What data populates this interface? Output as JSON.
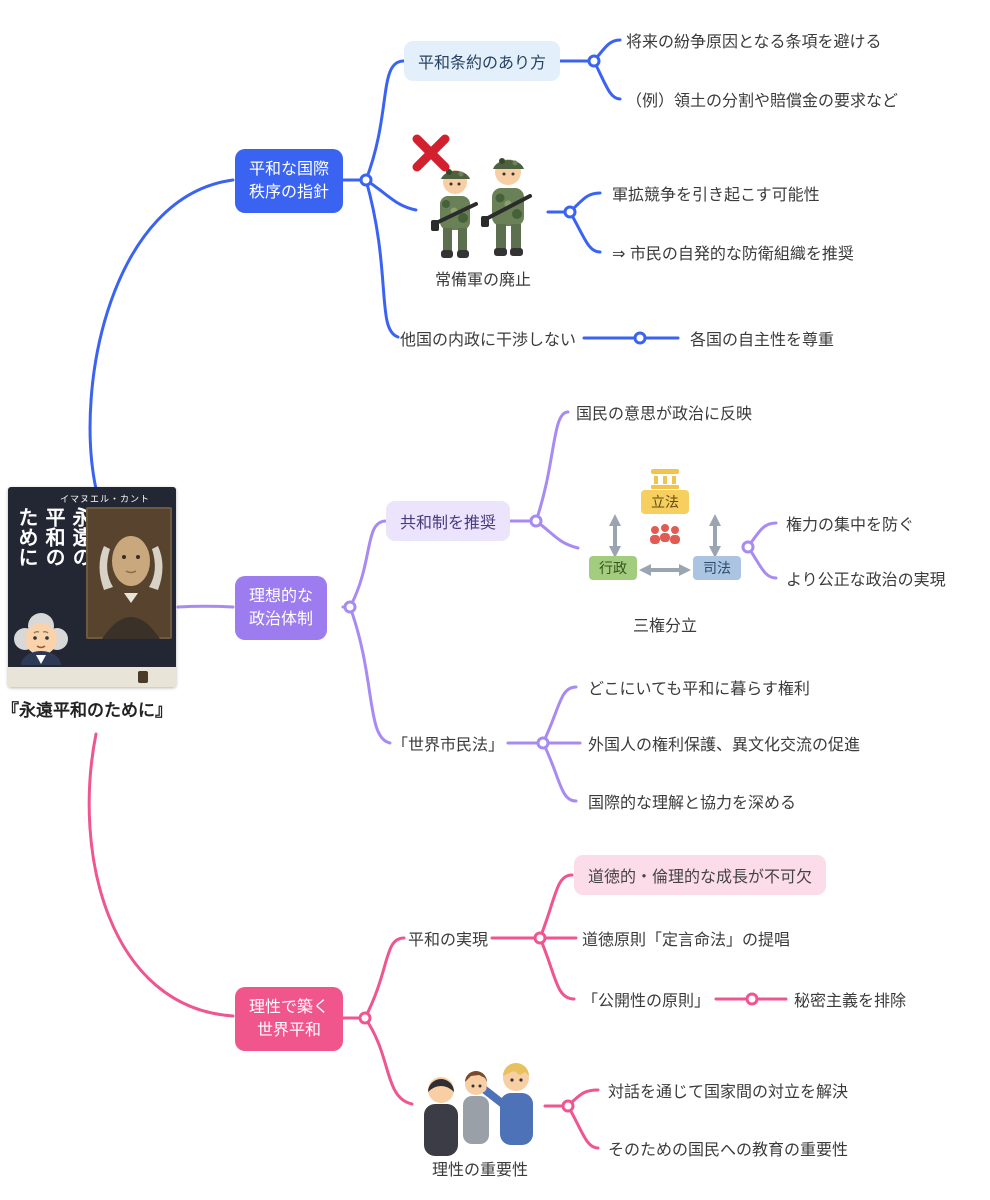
{
  "colors": {
    "blue": "#3a63f2",
    "purple": "#a78bf2",
    "pink": "#ef5590"
  },
  "root": {
    "label": "『永遠平和のために』",
    "book": {
      "author": "イマヌエル・カント",
      "title": "永遠の\n平和の\nために"
    }
  },
  "blue": {
    "node": "平和な国際\n秩序の指針",
    "treaty": {
      "label": "平和条約のあり方",
      "leaf1": "将来の紛争原因となる条項を避ける",
      "leaf2": "（例）領土の分割や賠償金の要求など"
    },
    "army": {
      "caption": "常備軍の廃止",
      "leaf1": "軍拡競争を引き起こす可能性",
      "leaf2": "⇒ 市民の自発的な防衛組織を推奨"
    },
    "nonint": {
      "label": "他国の内政に干渉しない",
      "leaf": "各国の自主性を尊重"
    }
  },
  "purple": {
    "node": "理想的な\n政治体制",
    "republic": {
      "label": "共和制を推奨",
      "leaf1": "国民の意思が政治に反映",
      "powers": {
        "caption": "三権分立",
        "legislative": "立法",
        "executive": "行政",
        "judicial": "司法",
        "leaf1": "権力の集中を防ぐ",
        "leaf2": "より公正な政治の実現"
      }
    },
    "cosmopolitan": {
      "label": "「世界市民法」",
      "leaf1": "どこにいても平和に暮らす権利",
      "leaf2": "外国人の権利保護、異文化交流の促進",
      "leaf3": "国際的な理解と協力を深める"
    }
  },
  "pink": {
    "node": "理性で築く\n世界平和",
    "realization": {
      "label": "平和の実現",
      "leaf1": "道徳的・倫理的な成長が不可欠",
      "leaf2": "道徳原則「定言命法」の提唱",
      "leaf3": "「公開性の原則」",
      "leaf3_sub": "秘密主義を排除"
    },
    "reason": {
      "caption": "理性の重要性",
      "leaf1": "対話を通じて国家間の対立を解決",
      "leaf2": "そのための国民への教育の重要性"
    }
  }
}
